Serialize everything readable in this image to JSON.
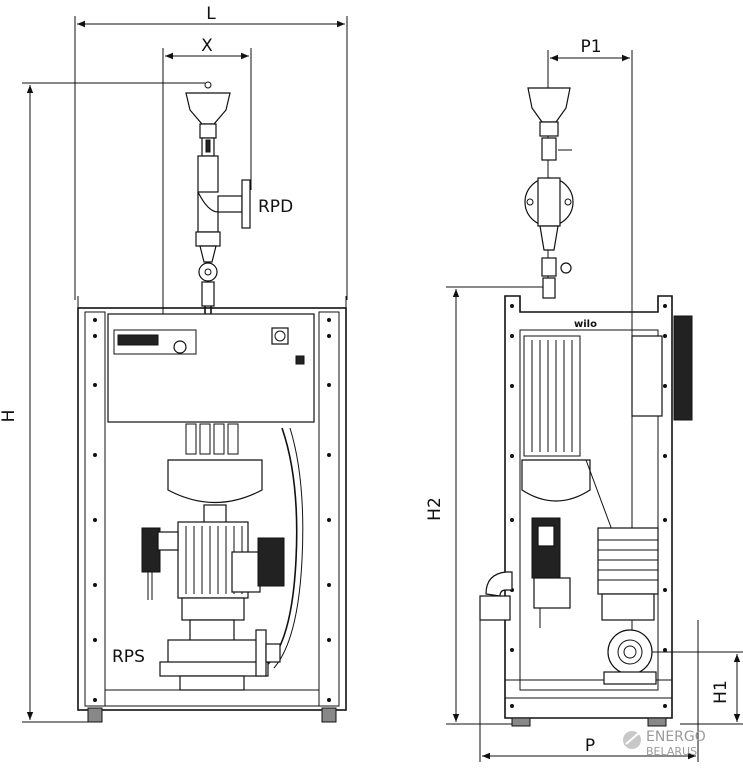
{
  "dimensions": {
    "L": "L",
    "X": "X",
    "H": "H",
    "RPD": "RPD",
    "RPS": "RPS",
    "P1": "P1",
    "H2": "H2",
    "H1": "H1",
    "P": "P"
  },
  "brand_plate": "wilo",
  "watermark": {
    "line1": "ENERGO",
    "line2": "BELARUS"
  }
}
